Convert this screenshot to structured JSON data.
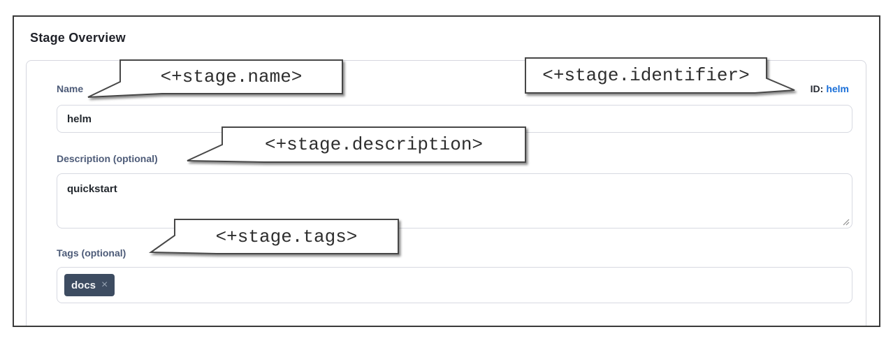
{
  "title": "Stage Overview",
  "fields": {
    "name": {
      "label": "Name",
      "value": "helm"
    },
    "id": {
      "label": "ID:",
      "value": "helm"
    },
    "description": {
      "label": "Description (optional)",
      "value": "quickstart"
    },
    "tags": {
      "label": "Tags (optional)"
    }
  },
  "tags_chips": [
    {
      "text": "docs",
      "remove_icon": "×"
    }
  ],
  "annotations": {
    "name": "<+stage.name>",
    "identifier": "<+stage.identifier>",
    "description": "<+stage.description>",
    "tags": "<+stage.tags>"
  },
  "colors": {
    "id_link_blue": "#1a6fd8",
    "tag_chip_bg": "#3d4c61",
    "label_text": "#4d5b78",
    "callout_border": "#474747",
    "frame_border": "#3a3a3a"
  }
}
